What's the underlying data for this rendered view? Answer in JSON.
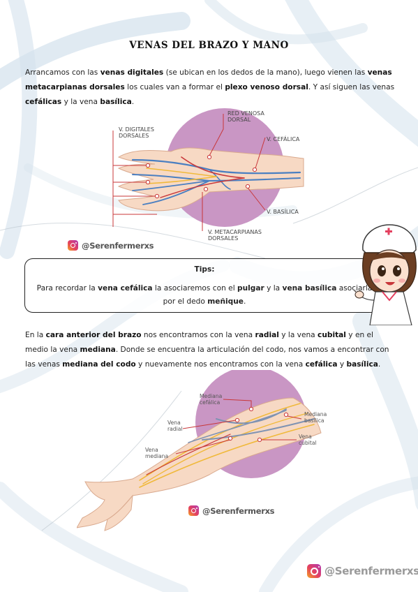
{
  "title": "VENAS DEL BRAZO Y MANO",
  "intro": [
    {
      "t": "Arrancamos con las ",
      "b": false
    },
    {
      "t": "venas digitales",
      "b": true
    },
    {
      "t": " (se ubican en los dedos de la mano), luego vienen las ",
      "b": false
    },
    {
      "t": "venas metacarpianas dorsales",
      "b": true
    },
    {
      "t": " los cuales van a formar el ",
      "b": false
    },
    {
      "t": "plexo venoso dorsal",
      "b": true
    },
    {
      "t": ". Y así siguen las venas ",
      "b": false
    },
    {
      "t": "cefálicas",
      "b": true
    },
    {
      "t": " y la vena ",
      "b": false
    },
    {
      "t": "basílica",
      "b": true
    },
    {
      "t": ".",
      "b": false
    }
  ],
  "hand_diagram": {
    "labels": {
      "digitales": [
        "V. DIGITALES",
        "DORSALES"
      ],
      "red_venosa": [
        "RED VENOSA",
        "DORSAL"
      ],
      "cefalica": [
        "V. CEFÁLICA"
      ],
      "basilica": [
        "V. BASÍLICA"
      ],
      "metacarpianas": [
        "V. METACARPIANAS",
        "DORSALES"
      ]
    }
  },
  "instagram_handle": "@Serenfermerxs",
  "tips": {
    "title": "Tips:",
    "body": [
      {
        "t": "Para recordar la ",
        "b": false
      },
      {
        "t": "vena cefálica",
        "b": true
      },
      {
        "t": " la asociaremos con el ",
        "b": false
      },
      {
        "t": "pulgar",
        "b": true
      },
      {
        "t": " y la ",
        "b": false
      },
      {
        "t": "vena basílica",
        "b": true
      },
      {
        "t": " asociarla por el dedo ",
        "b": false
      },
      {
        "t": "meñique",
        "b": true
      },
      {
        "t": ".",
        "b": false
      }
    ]
  },
  "arm_text": [
    {
      "t": "En la ",
      "b": false
    },
    {
      "t": "cara anterior del brazo",
      "b": true
    },
    {
      "t": " nos encontramos con la vena ",
      "b": false
    },
    {
      "t": "radial",
      "b": true
    },
    {
      "t": " y la vena ",
      "b": false
    },
    {
      "t": "cubital",
      "b": true
    },
    {
      "t": " y en el medio la vena ",
      "b": false
    },
    {
      "t": "mediana",
      "b": true
    },
    {
      "t": ". Donde se encuentra la articulación del codo, nos vamos a encontrar con las venas ",
      "b": false
    },
    {
      "t": "mediana del codo",
      "b": true
    },
    {
      "t": " y nuevamente nos encontramos con la vena ",
      "b": false
    },
    {
      "t": "cefálica",
      "b": true
    },
    {
      "t": " y ",
      "b": false
    },
    {
      "t": "basílica",
      "b": true
    },
    {
      "t": ".",
      "b": false
    }
  ],
  "arm_diagram": {
    "labels": {
      "mediana_cefalica": [
        "Mediana",
        "cefálica"
      ],
      "mediana_basilica": [
        "Mediana",
        "basílica"
      ],
      "radial": [
        "Vena",
        "radial"
      ],
      "cubital": [
        "Vena",
        "cubital"
      ],
      "mediana": [
        "Vena",
        "mediana"
      ]
    }
  },
  "colors": {
    "circle": "#c996c4",
    "skin": "#f7d9c4",
    "vein_blue": "#4a7fc1",
    "vein_yellow": "#f0b93a",
    "vein_red": "#c8373a",
    "brush": "#c9d9e6"
  }
}
